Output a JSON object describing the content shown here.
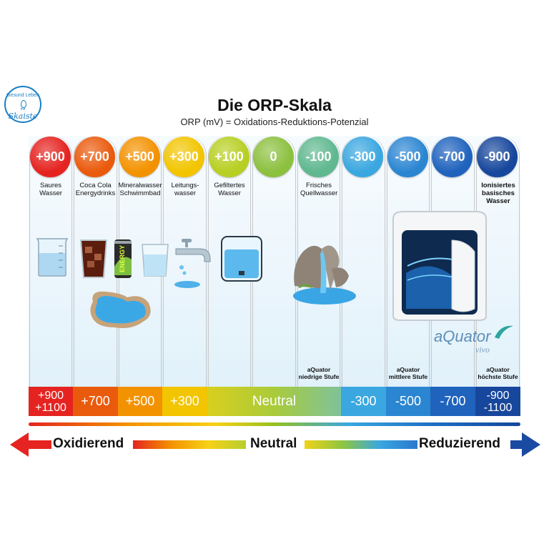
{
  "logo": {
    "ring_text": "Gesund Leben",
    "small_text": "mit",
    "name": "Skaiste"
  },
  "title": "Die ORP-Skala",
  "subtitle": "ORP (mV) = Oxidations-Reduktions-Potenzial",
  "columns": [
    {
      "value": "+900",
      "label": "Saures Wasser",
      "color": "#e52421"
    },
    {
      "value": "+700",
      "label": "Coca Cola Energydrinks",
      "color": "#ea5a0c"
    },
    {
      "value": "+500",
      "label": "Mineralwasser Schwimmbad",
      "color": "#f39200"
    },
    {
      "value": "+300",
      "label": "Leitungs-wasser",
      "color": "#f2c500"
    },
    {
      "value": "+100",
      "label": "Gefiltertes Wasser",
      "color": "#b7cf22"
    },
    {
      "value": "0",
      "label": "",
      "color": "#8cc03f"
    },
    {
      "value": "-100",
      "label": "Frisches Quellwasser",
      "color": "#5fb88f"
    },
    {
      "value": "-300",
      "label": "",
      "color": "#3aa7e0"
    },
    {
      "value": "-500",
      "label": "",
      "color": "#2b86d2"
    },
    {
      "value": "-700",
      "label": "",
      "color": "#1f63bd"
    },
    {
      "value": "-900",
      "label": "Ionisiertes basisches Wasser",
      "color": "#17479c"
    }
  ],
  "footnotes": {
    "low": "aQuator niedrige Stufe",
    "mid": "aQuator mittlere Stufe",
    "high": "aQuator höchste Stufe"
  },
  "value_row": [
    {
      "text": "+900 +1100",
      "color": "#e52421"
    },
    {
      "text": "+700",
      "color": "#ea5a0c"
    },
    {
      "text": "+500",
      "color": "#f39200"
    },
    {
      "text": "+300",
      "color": "#f2c500"
    },
    {
      "text": "Neutral",
      "color": "#a9cb3a"
    },
    {
      "text": "-300",
      "color": "#3aa7e0"
    },
    {
      "text": "-500",
      "color": "#2b86d2"
    },
    {
      "text": "-700",
      "color": "#1f63bd"
    },
    {
      "text": "-900 -1100",
      "color": "#17479c"
    }
  ],
  "energy_can_text": "ENERGY",
  "brand": {
    "name": "aQuator",
    "sub": "vivo"
  },
  "arrow": {
    "left": "Oxidierend",
    "middle": "Neutral",
    "right": "Reduzierend"
  }
}
